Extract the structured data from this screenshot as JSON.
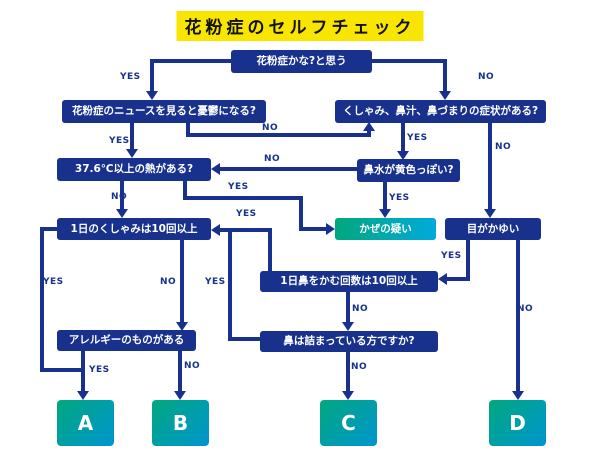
{
  "title": "花粉症のセルフチェック",
  "labels": {
    "yes": "YES",
    "no": "NO"
  },
  "colors": {
    "box_navy": "#17318c",
    "line_navy": "#17318c",
    "result_gradient_from": "#00a87e",
    "result_gradient_to": "#0095d0",
    "title_highlight": "#f8e600",
    "background": "#ffffff"
  },
  "nodes": {
    "start": "花粉症かな?と思う",
    "news": "花粉症のニュースを見ると憂鬱になる?",
    "symptoms": "くしゃみ、鼻汁、鼻づまりの症状がある?",
    "fever": "37.6℃以上の熱がある?",
    "yellow_nose": "鼻水が黄色っぽい?",
    "sneeze10": "1日のくしゃみは10回以上",
    "cold": "かぜの疑い",
    "eyes": "目がかゆい",
    "blow10": "1日鼻をかむ回数は10回以上",
    "allergy": "アレルギーのものがある",
    "blocked": "鼻は詰まっている方ですか?",
    "result_a": "A",
    "result_b": "B",
    "result_c": "C",
    "result_d": "D"
  },
  "edges": [
    {
      "from": "花粉症かな?と思う",
      "label": "YES",
      "to": "花粉症のニュースを見ると憂鬱になる?"
    },
    {
      "from": "花粉症かな?と思う",
      "label": "NO",
      "to": "くしゃみ、鼻汁、鼻づまりの症状がある?"
    },
    {
      "from": "花粉症のニュースを見ると憂鬱になる?",
      "label": "YES",
      "to": "37.6℃以上の熱がある?"
    },
    {
      "from": "花粉症のニュースを見ると憂鬱になる?",
      "label": "NO",
      "to": "くしゃみ、鼻汁、鼻づまりの症状がある?"
    },
    {
      "from": "くしゃみ、鼻汁、鼻づまりの症状がある?",
      "label": "YES",
      "to": "鼻水が黄色っぽい?"
    },
    {
      "from": "くしゃみ、鼻汁、鼻づまりの症状がある?",
      "label": "NO",
      "to": "目がかゆい"
    },
    {
      "from": "鼻水が黄色っぽい?",
      "label": "YES",
      "to": "かぜの疑い"
    },
    {
      "from": "鼻水が黄色っぽい?",
      "label": "NO",
      "to": "37.6℃以上の熱がある?"
    },
    {
      "from": "37.6℃以上の熱がある?",
      "label": "YES",
      "to": "かぜの疑い"
    },
    {
      "from": "37.6℃以上の熱がある?",
      "label": "NO",
      "to": "1日のくしゃみは10回以上"
    },
    {
      "from": "目がかゆい",
      "label": "YES",
      "to": "1日鼻をかむ回数は10回以上"
    },
    {
      "from": "目がかゆい",
      "label": "NO",
      "to": "D"
    },
    {
      "from": "1日鼻をかむ回数は10回以上",
      "label": "YES",
      "to": "1日のくしゃみは10回以上"
    },
    {
      "from": "1日鼻をかむ回数は10回以上",
      "label": "NO",
      "to": "鼻は詰まっている方ですか?"
    },
    {
      "from": "鼻は詰まっている方ですか?",
      "label": "YES",
      "to": "1日のくしゃみは10回以上"
    },
    {
      "from": "鼻は詰まっている方ですか?",
      "label": "NO",
      "to": "C"
    },
    {
      "from": "1日のくしゃみは10回以上",
      "label": "YES",
      "to": "A"
    },
    {
      "from": "1日のくしゃみは10回以上",
      "label": "NO",
      "to": "アレルギーのものがある"
    },
    {
      "from": "アレルギーのものがある",
      "label": "YES",
      "to": "A"
    },
    {
      "from": "アレルギーのものがある",
      "label": "NO",
      "to": "B"
    }
  ]
}
